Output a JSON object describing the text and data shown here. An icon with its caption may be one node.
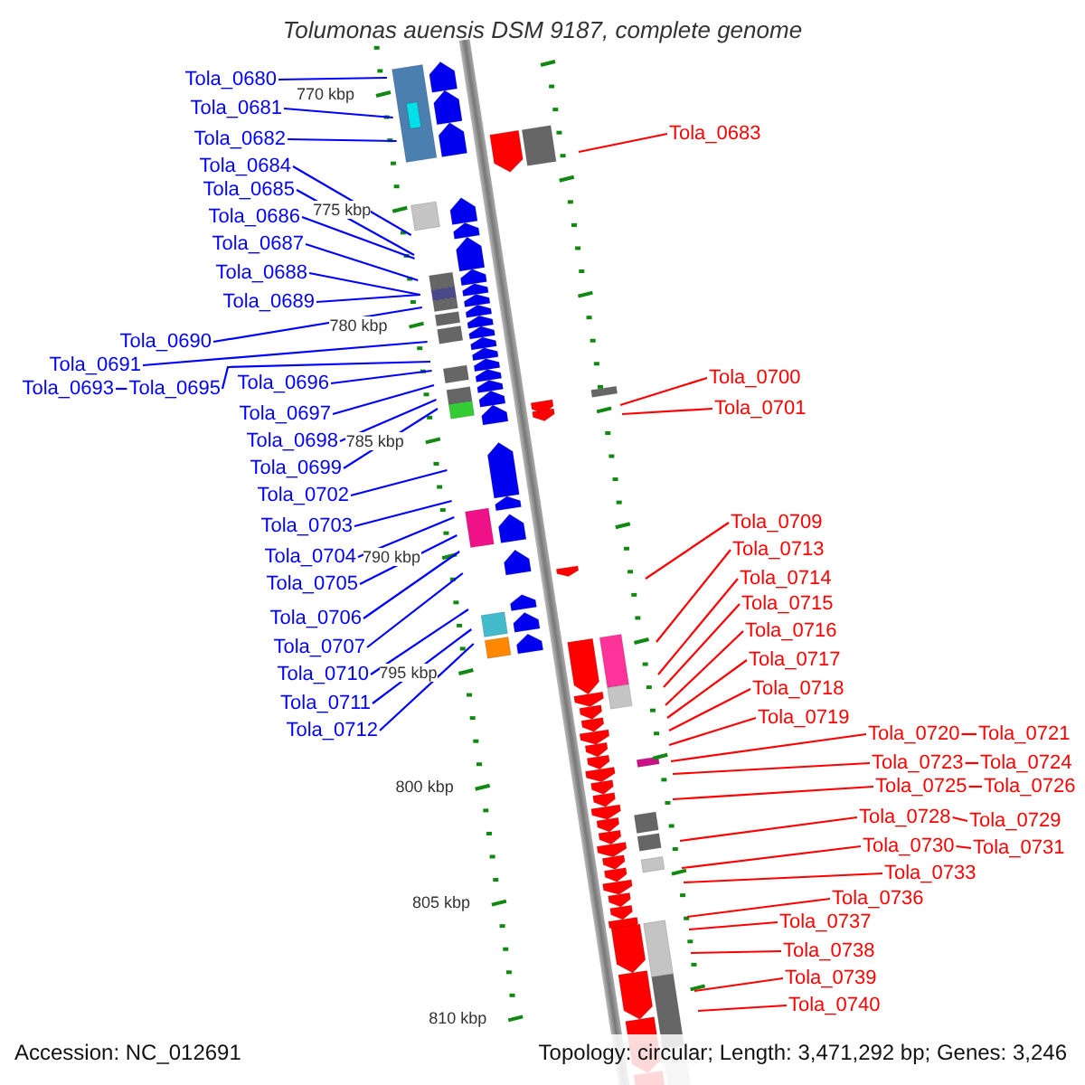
{
  "diagram": {
    "title": "Tolumonas auensis DSM 9187, complete genome",
    "nodes": [
      {
        "text": [
          "Tola_0680"
        ]
      },
      {
        "text": [
          "Tola_0681"
        ]
      },
      {
        "text": [
          "Tola_0682"
        ]
      },
      {
        "text": [
          "Tola_0684"
        ]
      },
      {
        "text": [
          "Tola_0685"
        ]
      },
      {
        "text": [
          "Tola_0686"
        ]
      },
      {
        "text": [
          "Tola_0687"
        ]
      },
      {
        "text": [
          "Tola_0688"
        ]
      },
      {
        "text": [
          "Tola_0689"
        ]
      },
      {
        "text": [
          "Tola_0690"
        ]
      },
      {
        "text": [
          "Tola_0691"
        ]
      },
      {
        "text": [
          "Tola_0693"
        ]
      },
      {
        "text": [
          "Tola_0695"
        ]
      },
      {
        "text": [
          "Tola_0696"
        ]
      },
      {
        "text": [
          "Tola_0697"
        ]
      },
      {
        "text": [
          "Tola_0698"
        ]
      },
      {
        "text": [
          "Tola_0699"
        ]
      },
      {
        "text": [
          "Tola_0702"
        ]
      },
      {
        "text": [
          "Tola_0703"
        ]
      },
      {
        "text": [
          "Tola_0704"
        ]
      },
      {
        "text": [
          "Tola_0705"
        ]
      },
      {
        "text": [
          "Tola_0706"
        ]
      },
      {
        "text": [
          "Tola_0707"
        ]
      },
      {
        "text": [
          "Tola_0710"
        ]
      },
      {
        "text": [
          "Tola_0711"
        ]
      },
      {
        "text": [
          "Tola_0712"
        ]
      },
      {
        "text": [
          "Tola_0683"
        ]
      },
      {
        "text": [
          "Tola_0700"
        ]
      },
      {
        "text": [
          "Tola_0701"
        ]
      },
      {
        "text": [
          "Tola_0709"
        ]
      },
      {
        "text": [
          "Tola_0713"
        ]
      },
      {
        "text": [
          "Tola_0714"
        ]
      },
      {
        "text": [
          "Tola_0715"
        ]
      },
      {
        "text": [
          "Tola_0716"
        ]
      },
      {
        "text": [
          "Tola_0717"
        ]
      },
      {
        "text": [
          "Tola_0718"
        ]
      },
      {
        "text": [
          "Tola_0719"
        ]
      },
      {
        "text": [
          "Tola_0720"
        ]
      },
      {
        "text": [
          "Tola_0721"
        ]
      },
      {
        "text": [
          "Tola_0723"
        ]
      },
      {
        "text": [
          "Tola_0724"
        ]
      },
      {
        "text": [
          "Tola_0725"
        ]
      },
      {
        "text": [
          "Tola_0726"
        ]
      },
      {
        "text": [
          "Tola_0728"
        ]
      },
      {
        "text": [
          "Tola_0729"
        ]
      },
      {
        "text": [
          "Tola_0730"
        ]
      },
      {
        "text": [
          "Tola_0731"
        ]
      },
      {
        "text": [
          "Tola_0733"
        ]
      },
      {
        "text": [
          "Tola_0736"
        ]
      },
      {
        "text": [
          "Tola_0737"
        ]
      },
      {
        "text": [
          "Tola_0738"
        ]
      },
      {
        "text": [
          "Tola_0739"
        ]
      },
      {
        "text": [
          "Tola_0740"
        ]
      }
    ],
    "edges": [
      {
        "from": 0,
        "to": null,
        "arrow": "none",
        "color": "#0000ff"
      },
      {
        "from": 1,
        "to": null,
        "arrow": "none",
        "color": "#0000ff"
      },
      {
        "from": 2,
        "to": null,
        "arrow": "none",
        "color": "#0000ff"
      },
      {
        "from": 3,
        "to": null,
        "arrow": "none",
        "color": "#0000ff"
      },
      {
        "from": 4,
        "to": null,
        "arrow": "none",
        "color": "#0000ff"
      },
      {
        "from": 5,
        "to": null,
        "arrow": "none",
        "color": "#0000ff"
      },
      {
        "from": 6,
        "to": null,
        "arrow": "none",
        "color": "#0000ff"
      },
      {
        "from": 7,
        "to": null,
        "arrow": "none",
        "color": "#0000ff"
      },
      {
        "from": 8,
        "to": null,
        "arrow": "none",
        "color": "#0000ff"
      },
      {
        "from": 9,
        "to": null,
        "arrow": "none",
        "color": "#0000ff"
      },
      {
        "from": 10,
        "to": null,
        "arrow": "none",
        "color": "#0000ff"
      },
      {
        "from": 11,
        "to": 12,
        "arrow": "none",
        "color": "#0000ff"
      },
      {
        "from": 12,
        "to": null,
        "arrow": "none",
        "color": "#0000ff"
      },
      {
        "from": 13,
        "to": null,
        "arrow": "none",
        "color": "#0000ff"
      },
      {
        "from": 14,
        "to": null,
        "arrow": "none",
        "color": "#0000ff"
      },
      {
        "from": 15,
        "to": null,
        "arrow": "none",
        "color": "#0000ff"
      },
      {
        "from": 16,
        "to": null,
        "arrow": "none",
        "color": "#0000ff"
      },
      {
        "from": 17,
        "to": null,
        "arrow": "none",
        "color": "#0000ff"
      },
      {
        "from": 18,
        "to": null,
        "arrow": "none",
        "color": "#0000ff"
      },
      {
        "from": 19,
        "to": null,
        "arrow": "none",
        "color": "#0000ff"
      },
      {
        "from": 20,
        "to": null,
        "arrow": "none",
        "color": "#0000ff"
      },
      {
        "from": 21,
        "to": null,
        "arrow": "none",
        "color": "#0000ff"
      },
      {
        "from": 22,
        "to": null,
        "arrow": "none",
        "color": "#0000ff"
      },
      {
        "from": 23,
        "to": null,
        "arrow": "none",
        "color": "#0000ff"
      },
      {
        "from": 24,
        "to": null,
        "arrow": "none",
        "color": "#0000ff"
      },
      {
        "from": 25,
        "to": null,
        "arrow": "none",
        "color": "#0000ff"
      },
      {
        "from": 26,
        "to": null,
        "arrow": "none"
      },
      {
        "from": 27,
        "to": null,
        "arrow": "none"
      },
      {
        "from": 28,
        "to": null,
        "arrow": "none"
      },
      {
        "from": 29,
        "to": null,
        "arrow": "none"
      },
      {
        "from": 30,
        "to": null,
        "arrow": "none"
      },
      {
        "from": 31,
        "to": null,
        "arrow": "none"
      },
      {
        "from": 32,
        "to": null,
        "arrow": "none"
      },
      {
        "from": 33,
        "to": null,
        "arrow": "none"
      },
      {
        "from": 34,
        "to": null,
        "arrow": "none"
      },
      {
        "from": 35,
        "to": null,
        "arrow": "none"
      },
      {
        "from": 36,
        "to": null,
        "arrow": "none"
      },
      {
        "from": 37,
        "to": null,
        "arrow": "none"
      },
      {
        "from": 38,
        "to": 37,
        "arrow": "none"
      },
      {
        "from": 39,
        "to": null,
        "arrow": "none"
      },
      {
        "from": 40,
        "to": 39,
        "arrow": "none"
      },
      {
        "from": 41,
        "to": null,
        "arrow": "none"
      },
      {
        "from": 42,
        "to": 41,
        "arrow": "none"
      },
      {
        "from": 43,
        "to": null,
        "arrow": "none"
      },
      {
        "from": 44,
        "to": 43,
        "arrow": "none"
      },
      {
        "from": 45,
        "to": null,
        "arrow": "none"
      },
      {
        "from": 46,
        "to": 45,
        "arrow": "none"
      },
      {
        "from": 47,
        "to": null,
        "arrow": "none"
      },
      {
        "from": 48,
        "to": null,
        "arrow": "none"
      },
      {
        "from": 49,
        "to": null,
        "arrow": "none"
      },
      {
        "from": 50,
        "to": null,
        "arrow": "none"
      },
      {
        "from": 51,
        "to": null,
        "arrow": "none"
      },
      {
        "from": 52,
        "to": null,
        "arrow": "none"
      }
    ],
    "labels": [
      "770 kbp",
      "775 kbp",
      "780 kbp",
      "785 kbp",
      "790 kbp",
      "795 kbp",
      "800 kbp",
      "805 kbp",
      "810 kbp",
      "Accession: NC_012691",
      "Topology: circular; Length: 3,471,292 bp; Genes: 3,246"
    ]
  }
}
